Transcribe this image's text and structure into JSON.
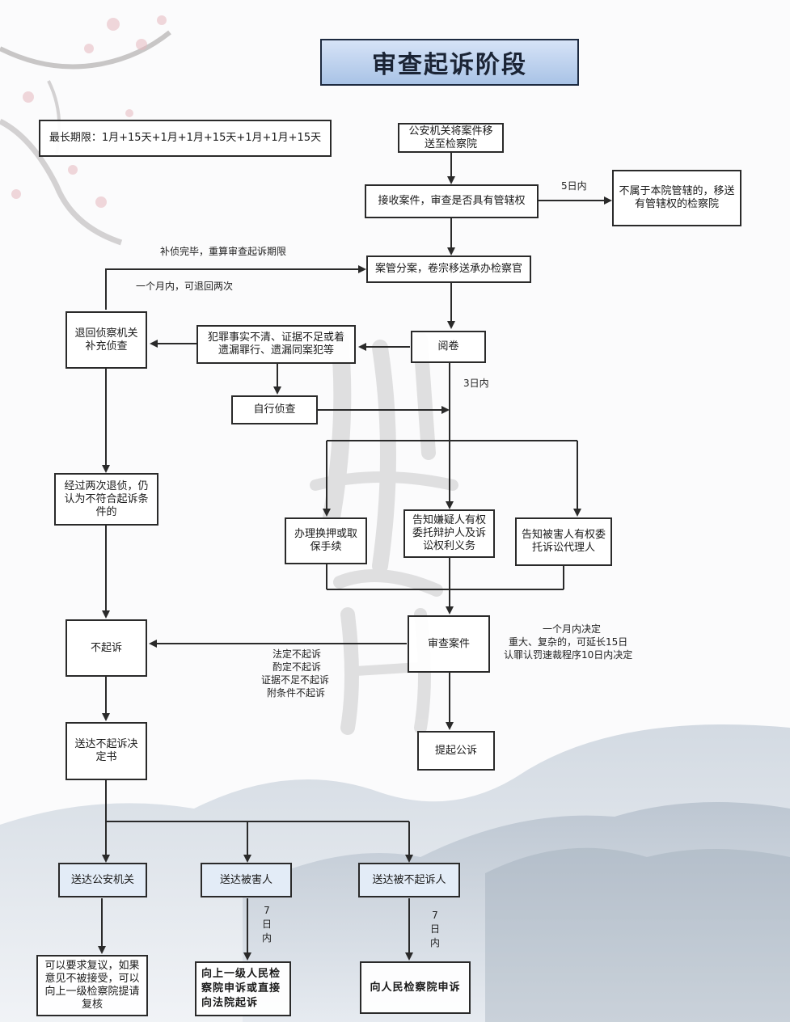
{
  "title": "审查起诉阶段",
  "nodes": {
    "limit": "最长期限：1月+15天+1月+1月+15天+1月+1月+15天",
    "transfer": "公安机关将案件移送至检察院",
    "receive": "接收案件，审查是否具有管辖权",
    "not_jurisdiction": "不属于本院管辖的，移送有管辖权的检察院",
    "assign": "案管分案，卷宗移送承办检察官",
    "return_police": "退回侦察机关补充侦查",
    "crime_unclear": "犯罪事实不清、证据不足或着遗漏罪行、遗漏同案犯等",
    "read": "阅卷",
    "self_investigate": "自行侦查",
    "two_returns": "经过两次退侦，仍认为不符合起诉条件的",
    "custody": "办理换押或取保手续",
    "notify_suspect": "告知嫌疑人有权委托辩护人及诉讼权利义务",
    "notify_victim": "告知被害人有权委托诉讼代理人",
    "review_case": "审查案件",
    "no_prosecution": "不起诉",
    "prosecute": "提起公诉",
    "deliver_decision": "送达不起诉决定书",
    "deliver_police": "送达公安机关",
    "deliver_victim": "送达被害人",
    "deliver_defendant": "送达被不起诉人",
    "police_review": "可以要求复议，如果意见不被接受，可以向上一级检察院提请复核",
    "victim_appeal": "向上一级人民检察院申诉或直接向法院起诉",
    "defendant_appeal": "向人民检察院申诉"
  },
  "labels": {
    "five_days": "5日内",
    "supplement_done": "补侦完毕，重算审查起诉期限",
    "one_month_twice": "一个月内，可退回两次",
    "three_days": "3日内",
    "decision_time_1": "一个月内决定",
    "decision_time_2": "重大、复杂的，可延长15日",
    "decision_time_3": "认罪认罚速裁程序10日内决定",
    "no_pros_type_1": "法定不起诉",
    "no_pros_type_2": "酌定不起诉",
    "no_pros_type_3": "证据不足不起诉",
    "no_pros_type_4": "附条件不起诉",
    "seven_days_victim": "7日内",
    "seven_days_defendant": "7日内"
  },
  "colors": {
    "title_fill": "#a9c3e6",
    "line": "#2a2a2a",
    "blue_box": "#e3ecf7"
  }
}
